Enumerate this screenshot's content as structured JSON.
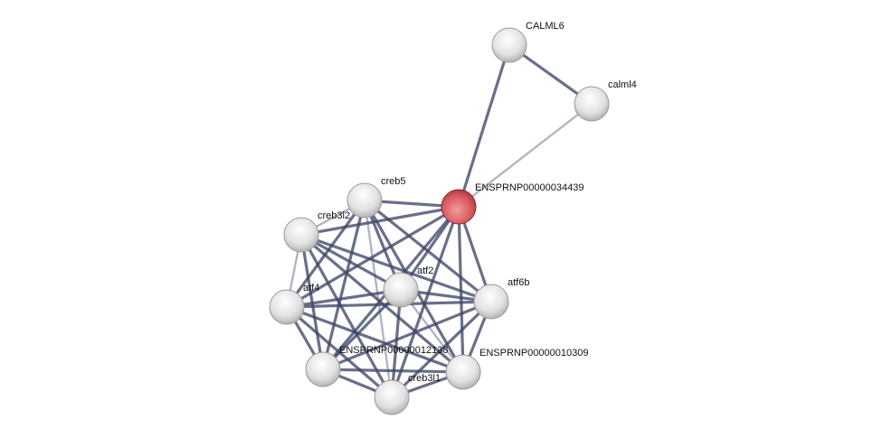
{
  "network": {
    "nodes": [
      {
        "id": "CALML6",
        "label": "CALML6",
        "query": false
      },
      {
        "id": "calml4",
        "label": "calml4",
        "query": false
      },
      {
        "id": "ENSPRNP00000034439",
        "label": "ENSPRNP00000034439",
        "query": true
      },
      {
        "id": "creb5",
        "label": "creb5",
        "query": false
      },
      {
        "id": "creb3l2",
        "label": "creb3l2",
        "query": false
      },
      {
        "id": "atf2",
        "label": "atf2",
        "query": false
      },
      {
        "id": "atf4",
        "label": "atf4",
        "query": false
      },
      {
        "id": "atf6b",
        "label": "atf6b",
        "query": false
      },
      {
        "id": "ENSPRNP00000012138",
        "label": "ENSPRNP00000012138",
        "query": false
      },
      {
        "id": "ENSPRNP00000010309",
        "label": "ENSPRNP00000010309",
        "query": false
      },
      {
        "id": "creb3l1",
        "label": "creb3l1",
        "query": false
      }
    ],
    "edges": [
      [
        "CALML6",
        "calml4",
        0.8
      ],
      [
        "CALML6",
        "ENSPRNP00000034439",
        0.8
      ],
      [
        "calml4",
        "ENSPRNP00000034439",
        0.6
      ],
      [
        "ENSPRNP00000034439",
        "creb5",
        0.8
      ],
      [
        "ENSPRNP00000034439",
        "creb3l2",
        0.8
      ],
      [
        "ENSPRNP00000034439",
        "atf2",
        0.9
      ],
      [
        "ENSPRNP00000034439",
        "atf4",
        0.9
      ],
      [
        "ENSPRNP00000034439",
        "atf6b",
        0.8
      ],
      [
        "ENSPRNP00000034439",
        "ENSPRNP00000012138",
        0.8
      ],
      [
        "ENSPRNP00000034439",
        "ENSPRNP00000010309",
        0.8
      ],
      [
        "ENSPRNP00000034439",
        "creb3l1",
        0.8
      ],
      [
        "creb5",
        "creb3l2",
        0.4
      ],
      [
        "creb5",
        "atf2",
        0.8
      ],
      [
        "creb5",
        "atf4",
        0.8
      ],
      [
        "creb5",
        "atf6b",
        0.8
      ],
      [
        "creb5",
        "ENSPRNP00000012138",
        0.8
      ],
      [
        "creb5",
        "ENSPRNP00000010309",
        0.8
      ],
      [
        "creb5",
        "creb3l1",
        0.4
      ],
      [
        "creb3l2",
        "atf2",
        0.8
      ],
      [
        "creb3l2",
        "atf4",
        0.4
      ],
      [
        "creb3l2",
        "atf6b",
        0.8
      ],
      [
        "creb3l2",
        "ENSPRNP00000012138",
        0.8
      ],
      [
        "creb3l2",
        "ENSPRNP00000010309",
        0.8
      ],
      [
        "creb3l2",
        "creb3l1",
        0.8
      ],
      [
        "atf2",
        "atf4",
        0.9
      ],
      [
        "atf2",
        "atf6b",
        0.8
      ],
      [
        "atf2",
        "ENSPRNP00000012138",
        0.8
      ],
      [
        "atf2",
        "ENSPRNP00000010309",
        0.4
      ],
      [
        "atf2",
        "creb3l1",
        0.8
      ],
      [
        "atf4",
        "atf6b",
        0.8
      ],
      [
        "atf4",
        "ENSPRNP00000012138",
        0.8
      ],
      [
        "atf4",
        "ENSPRNP00000010309",
        0.8
      ],
      [
        "atf4",
        "creb3l1",
        0.8
      ],
      [
        "atf6b",
        "ENSPRNP00000012138",
        0.8
      ],
      [
        "atf6b",
        "ENSPRNP00000010309",
        0.8
      ],
      [
        "atf6b",
        "creb3l1",
        0.8
      ],
      [
        "ENSPRNP00000012138",
        "ENSPRNP00000010309",
        0.8
      ],
      [
        "ENSPRNP00000012138",
        "creb3l1",
        0.8
      ],
      [
        "ENSPRNP00000010309",
        "creb3l1",
        0.8
      ]
    ]
  },
  "colors": {
    "edge": "#3d4668",
    "query_node": "#d0555a",
    "node": "#e6e6e6"
  }
}
